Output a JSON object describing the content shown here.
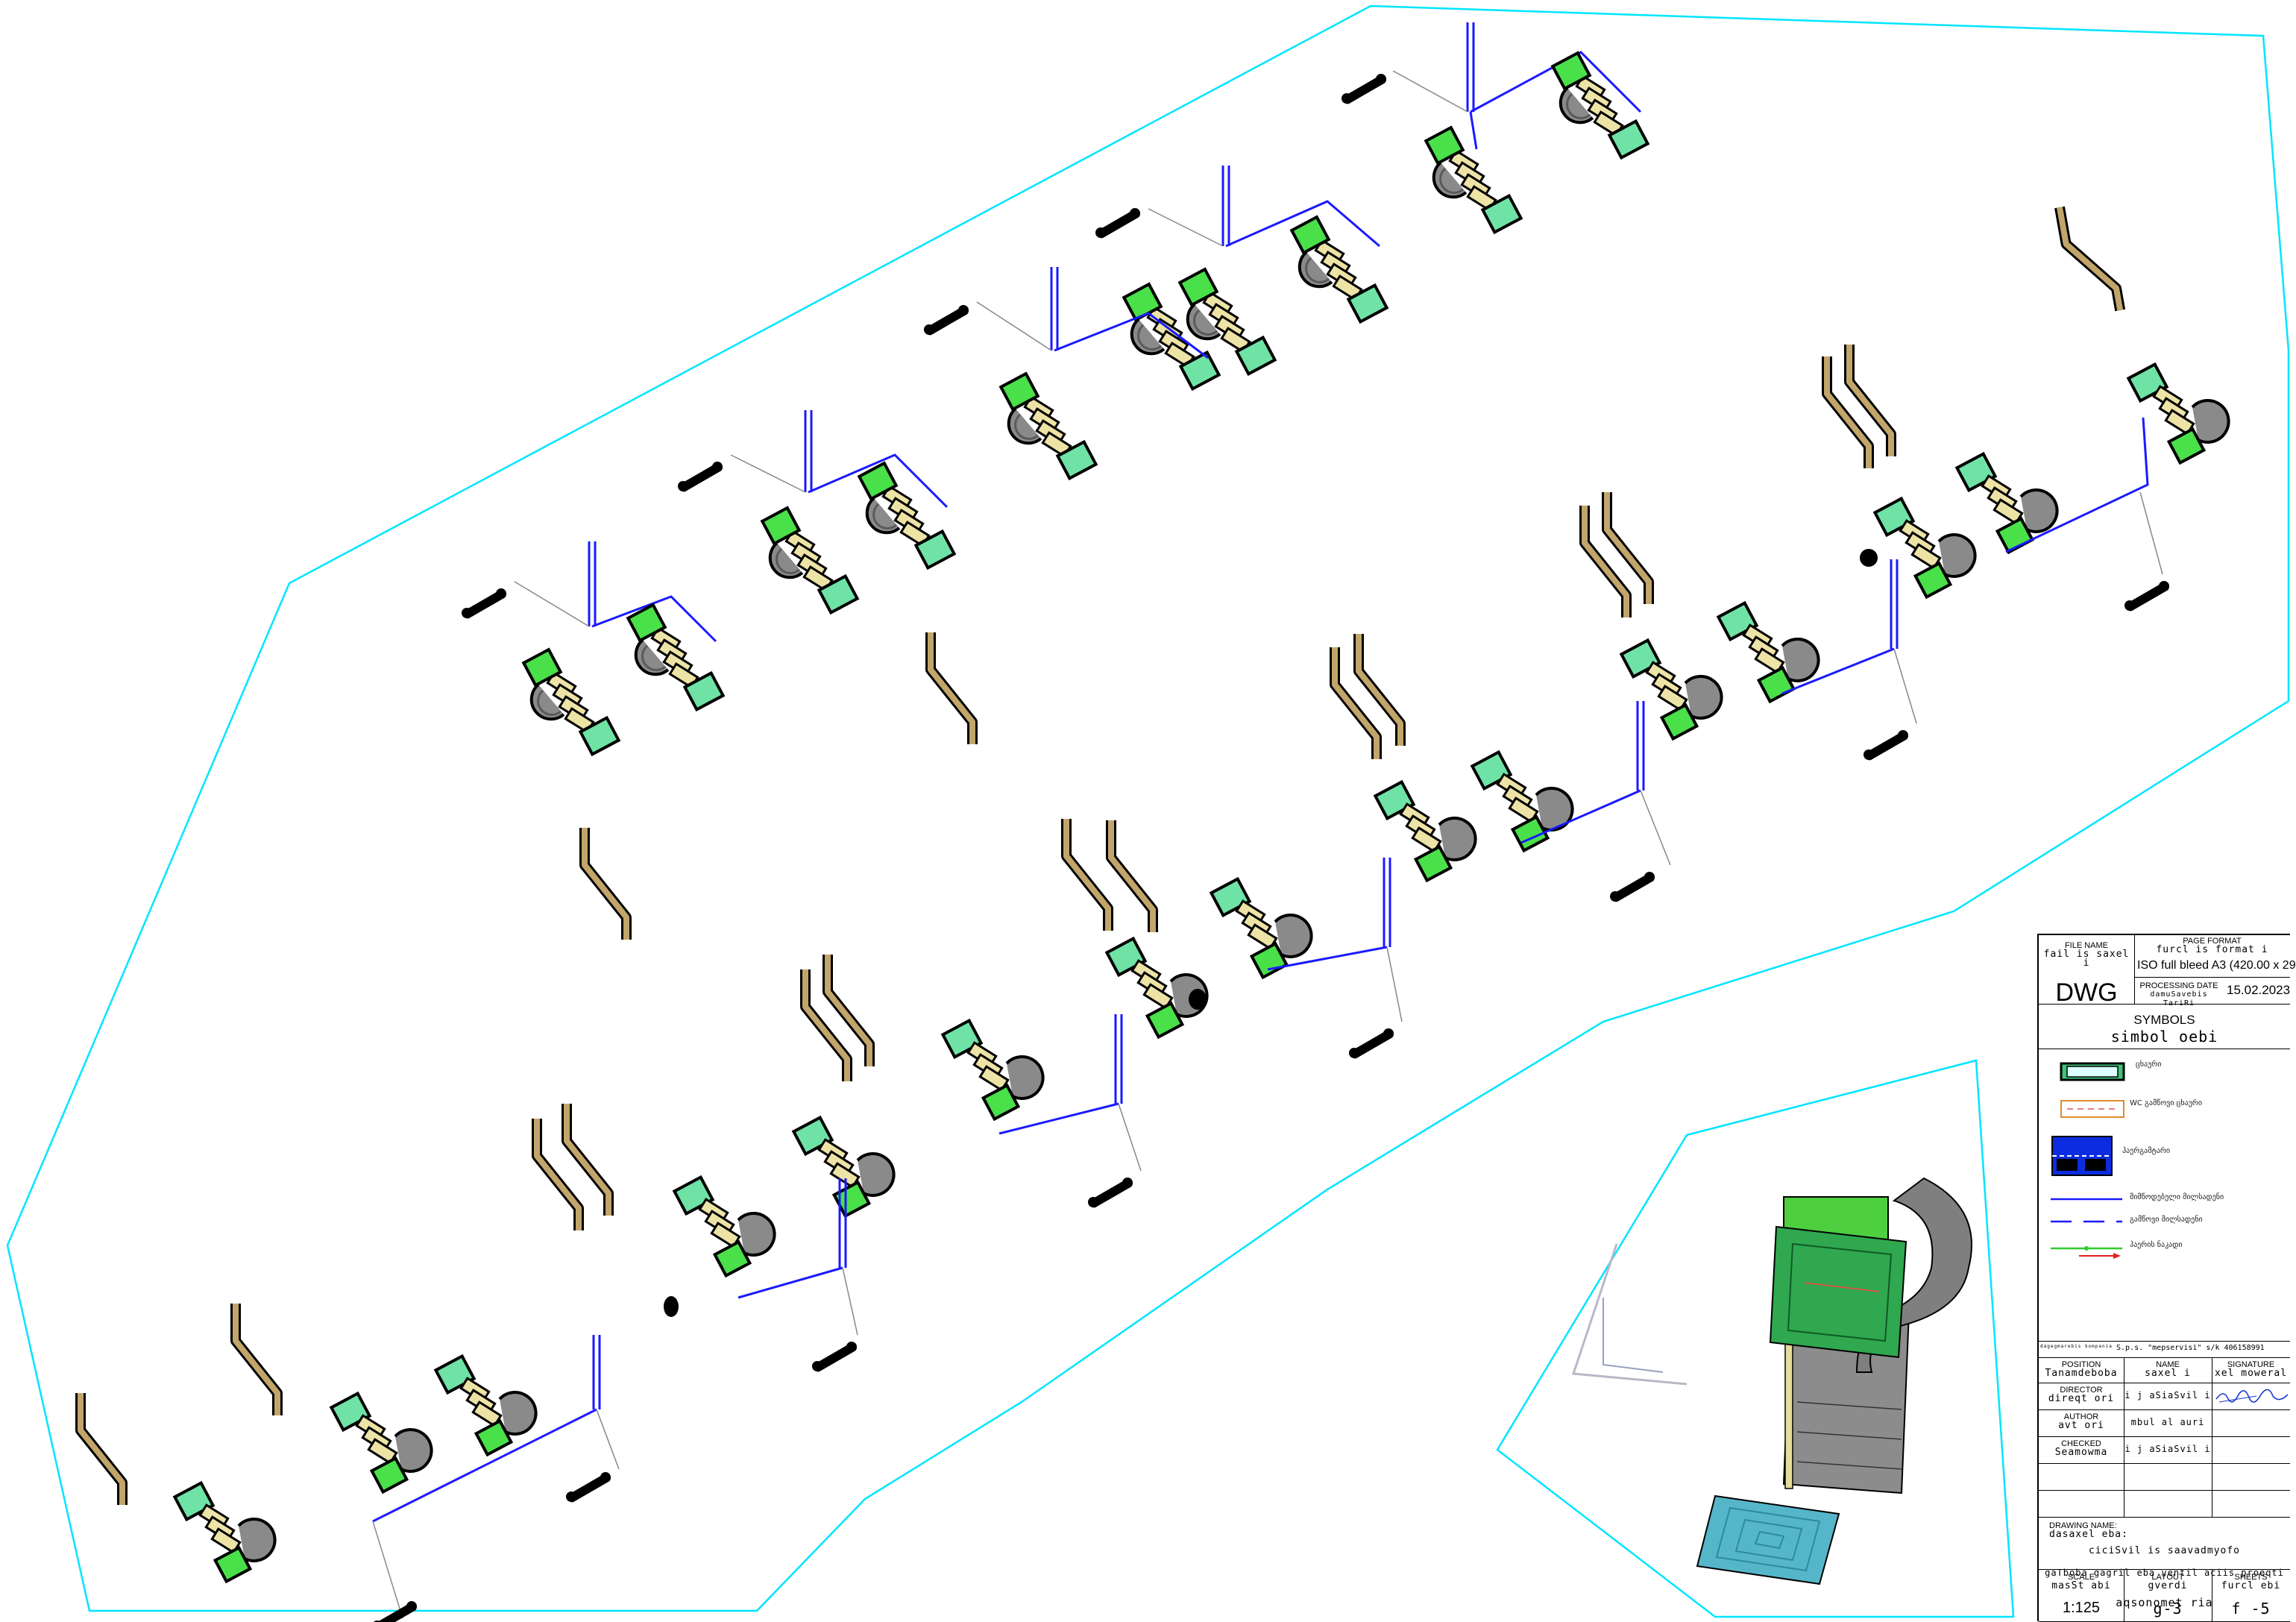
{
  "title_block": {
    "file_name_label": "FILE NAME",
    "file_name_label_ka": "fail is saxel i",
    "file_type": "DWG",
    "page_format_label": "PAGE FORMAT",
    "page_format_label_ka": "furcl is format i",
    "page_format": "ISO full bleed A3 (420.00 x 29",
    "processing_date_label": "PROCESSING DATE",
    "processing_date_label_ka": "damuSavebis TariRi",
    "processing_date": "15.02.2023",
    "symbols_title": "SYMBOLS",
    "symbols_title_ka": "simbol oebi",
    "symbols": [
      {
        "icon": "vent-grille-icon",
        "text": "ცხაური"
      },
      {
        "icon": "wc-exhaust-icon",
        "text": "WC გამწოვი ცხაური"
      },
      {
        "icon": "air-handling-unit-icon",
        "text": "ჰაერგამტარი"
      },
      {
        "icon": "supply-duct-line-icon",
        "text": "მიმწოდებელი მილსადენი"
      },
      {
        "icon": "exhaust-duct-line-icon",
        "text": "გამწოვი მილსადენი"
      },
      {
        "icon": "airflow-arrow-icon",
        "text": "ჰაერის ნაკადი"
      }
    ],
    "company_label": "dagegmarebis kompania",
    "company": "S.p.s. \"mepservisi\" s/k 406158991",
    "position_label": "POSITION",
    "position_label_ka": "Tanamdeboba",
    "name_label": "NAME",
    "name_label_ka": "saxel i",
    "signature_label": "SIGNATURE",
    "signature_label_ka": "xel moweral",
    "staff": [
      {
        "role": "DIRECTOR",
        "role_ka": "direqt ori",
        "name": "i j aSiaSvil i",
        "signed": true
      },
      {
        "role": "AUTHOR",
        "role_ka": "avt ori",
        "name": "mbul al auri",
        "signed": false
      },
      {
        "role": "CHECKED",
        "role_ka": "Seamowma",
        "name": "i j aSiaSvil i",
        "signed": false
      }
    ],
    "drawing_name_label": "DRAWING NAME:",
    "drawing_name_label_ka": "dasaxel eba:",
    "drawing_line_1": "ciciSvil is saavadmyofo",
    "drawing_line_2": "gaTboba gagril eba ventil aciis proeqti",
    "drawing_line_3": "aqsonomet ria",
    "scale_label": "SCALE",
    "scale_label_ka": "masSt abi",
    "scale": "1:125",
    "layout_label": "LAYOUT",
    "layout_label_ka": "gverdi",
    "layout": "g-3",
    "sheets_label": "SHEETS",
    "sheets_label_ka": "furcl ebi",
    "sheets": "f -5"
  },
  "colors": {
    "boundary": "#00e5ff",
    "supply_duct": "#1a1aff",
    "unit_green": "#49e049",
    "unit_light_green": "#6fe3a6",
    "coil_tan": "#ede3a6",
    "duct_gray": "#8a8a8a",
    "stack_tan": "#c2a56a",
    "hvac_box": "#2fa84f",
    "diffuser": "#55b6c9",
    "thin_line": "#888888"
  }
}
